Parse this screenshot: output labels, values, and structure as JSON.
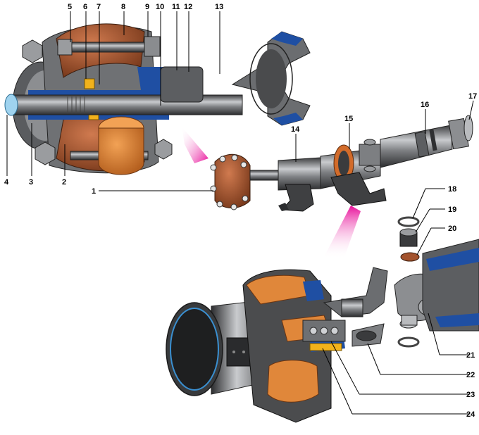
{
  "callouts": {
    "c1": "1",
    "c2": "2",
    "c3": "3",
    "c4": "4",
    "c5": "5",
    "c6": "6",
    "c7": "7",
    "c8": "8",
    "c9": "9",
    "c10": "10",
    "c11": "11",
    "c12": "12",
    "c13": "13",
    "c14": "14",
    "c15": "15",
    "c16": "16",
    "c17": "17",
    "c18": "18",
    "c19": "19",
    "c20": "20",
    "c21": "21",
    "c22": "22",
    "c23": "23",
    "c24": "24"
  },
  "colors": {
    "steel": "#6e7073",
    "steel_dark": "#3a3b3d",
    "steel_light": "#b9bbbe",
    "rubber": "#a3532e",
    "section_blue": "#1f4fa3",
    "bushing_yellow": "#f2b21b",
    "orange_damper": "#e0873a",
    "pointer_pink": "#e8109a",
    "shaft_end": "#9fd3ef"
  }
}
